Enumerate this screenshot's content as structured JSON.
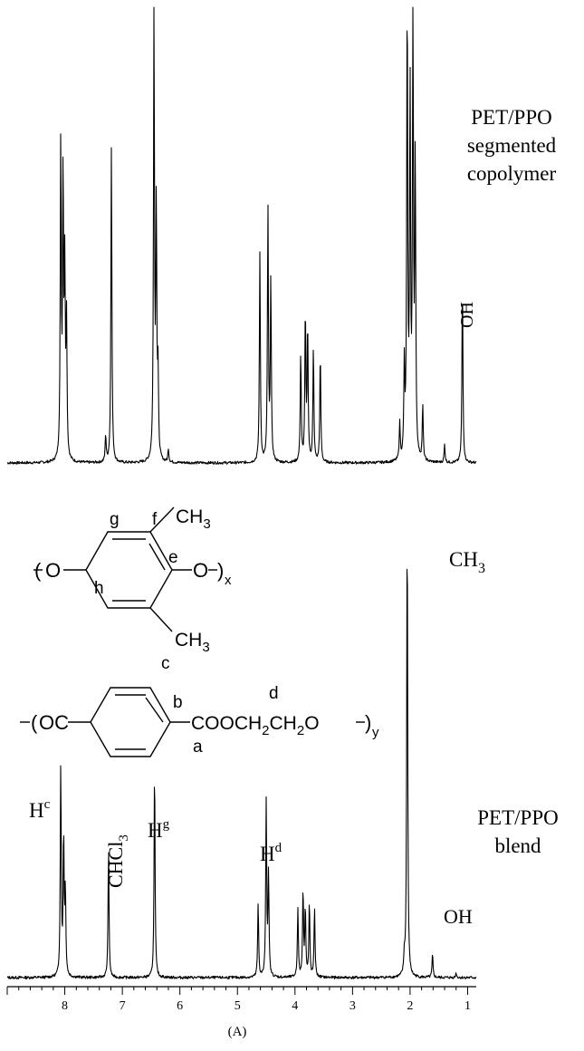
{
  "chart_data": [
    {
      "type": "line",
      "title": "",
      "xlabel": "",
      "ylabel": "",
      "xlim": [
        9.0,
        0.85
      ],
      "x_reversed": true,
      "axis_shown": false,
      "panel_label": [
        "PET/PPO",
        "segmented",
        "copolymer"
      ],
      "annotations": [
        {
          "text": "OH",
          "x": 1.08,
          "rotated": true
        }
      ],
      "series": [
        {
          "peaks": [
            {
              "x": 8.07,
              "height": 0.7
            },
            {
              "x": 8.03,
              "height": 0.62
            },
            {
              "x": 8.0,
              "height": 0.4
            },
            {
              "x": 7.97,
              "height": 0.3
            },
            {
              "x": 7.29,
              "height": 0.06
            },
            {
              "x": 7.19,
              "height": 0.7
            },
            {
              "x": 6.45,
              "height": 1.0
            },
            {
              "x": 6.41,
              "height": 0.55
            },
            {
              "x": 6.38,
              "height": 0.18
            },
            {
              "x": 6.2,
              "height": 0.03
            },
            {
              "x": 4.61,
              "height": 0.46
            },
            {
              "x": 4.47,
              "height": 0.56
            },
            {
              "x": 4.42,
              "height": 0.4
            },
            {
              "x": 3.9,
              "height": 0.24
            },
            {
              "x": 3.82,
              "height": 0.33
            },
            {
              "x": 3.78,
              "height": 0.3
            },
            {
              "x": 3.68,
              "height": 0.25
            },
            {
              "x": 3.56,
              "height": 0.24
            },
            {
              "x": 2.18,
              "height": 0.08
            },
            {
              "x": 2.1,
              "height": 0.2
            },
            {
              "x": 2.05,
              "height": 1.02
            },
            {
              "x": 2.0,
              "height": 0.8
            },
            {
              "x": 1.95,
              "height": 1.02
            },
            {
              "x": 1.91,
              "height": 0.65
            },
            {
              "x": 1.78,
              "height": 0.12
            },
            {
              "x": 1.4,
              "height": 0.04
            },
            {
              "x": 1.09,
              "height": 0.4
            }
          ]
        }
      ]
    },
    {
      "type": "line",
      "title": "",
      "xlabel": "(A)",
      "ylabel": "",
      "xlim": [
        9.0,
        0.85
      ],
      "x_reversed": true,
      "ticks": [
        8,
        7,
        6,
        5,
        4,
        3,
        2,
        1
      ],
      "tick_labels": [
        "8",
        "7",
        "6",
        "5",
        "4",
        "3",
        "2",
        "1"
      ],
      "panel_label": [
        "PET/PPO",
        "blend"
      ],
      "annotations": [
        {
          "text": "H",
          "sup": "c",
          "x": 8.06
        },
        {
          "text": "CHCl",
          "sub": "3",
          "x": 7.19,
          "rotated": true
        },
        {
          "text": "H",
          "sup": "g",
          "x": 6.44
        },
        {
          "text": "H",
          "sup": "d",
          "x": 4.48
        },
        {
          "text": "CH",
          "sub": "3",
          "x": 2.05
        },
        {
          "text": "OH",
          "x": 1.59
        }
      ],
      "series": [
        {
          "peaks": [
            {
              "x": 8.07,
              "height": 0.46
            },
            {
              "x": 8.02,
              "height": 0.3
            },
            {
              "x": 7.99,
              "height": 0.18
            },
            {
              "x": 7.24,
              "height": 0.28
            },
            {
              "x": 6.44,
              "height": 0.46
            },
            {
              "x": 4.64,
              "height": 0.16
            },
            {
              "x": 4.5,
              "height": 0.38
            },
            {
              "x": 4.46,
              "height": 0.22
            },
            {
              "x": 3.95,
              "height": 0.15
            },
            {
              "x": 3.86,
              "height": 0.19
            },
            {
              "x": 3.82,
              "height": 0.15
            },
            {
              "x": 3.75,
              "height": 0.16
            },
            {
              "x": 3.66,
              "height": 0.15
            },
            {
              "x": 2.1,
              "height": 0.04
            },
            {
              "x": 2.05,
              "height": 1.0
            },
            {
              "x": 1.61,
              "height": 0.05
            },
            {
              "x": 1.2,
              "height": 0.01
            }
          ]
        }
      ]
    }
  ],
  "structures": {
    "ppo": {
      "open_bracket": "(",
      "left_o": "O",
      "right_o": "O",
      "close_bracket": ")",
      "repeat": "x",
      "methyl_top": "CH",
      "methyl_top_sub": "3",
      "methyl_bottom": "CH",
      "methyl_bottom_sub": "3",
      "labels": [
        "g",
        "f",
        "e",
        "h",
        "c"
      ]
    },
    "pet": {
      "open_bracket": "(",
      "left_group": "OC",
      "ester": "COOCH",
      "ester_sub": "2",
      "mid": "CH",
      "mid_sub": "2",
      "tail": "O",
      "close_bracket": ")",
      "repeat": "y",
      "labels": [
        "b",
        "a",
        "d"
      ]
    }
  }
}
